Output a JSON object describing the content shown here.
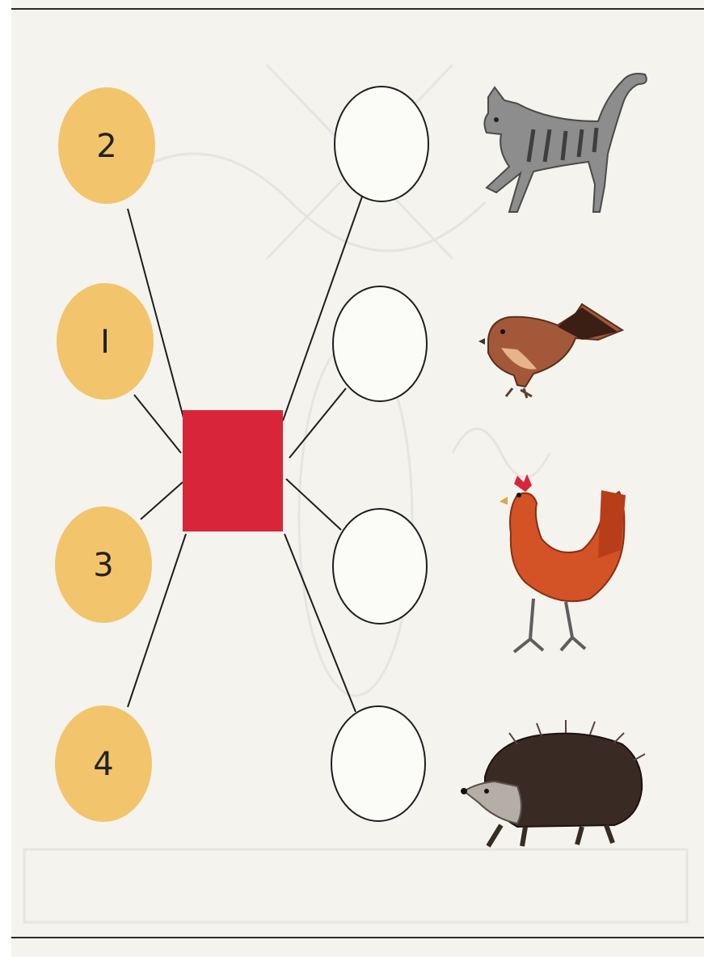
{
  "numbers": {
    "n1": "2",
    "n2": "I",
    "n3": "3",
    "n4": "4"
  },
  "animals": [
    "cat-picture",
    "sparrow-picture",
    "hen-picture",
    "hedgehog-picture"
  ],
  "colors": {
    "number_circle": "#f2c46c",
    "center_square": "#d9253a",
    "line": "#1e1e1e",
    "answer_circle_stroke": "#1e1e1e"
  }
}
